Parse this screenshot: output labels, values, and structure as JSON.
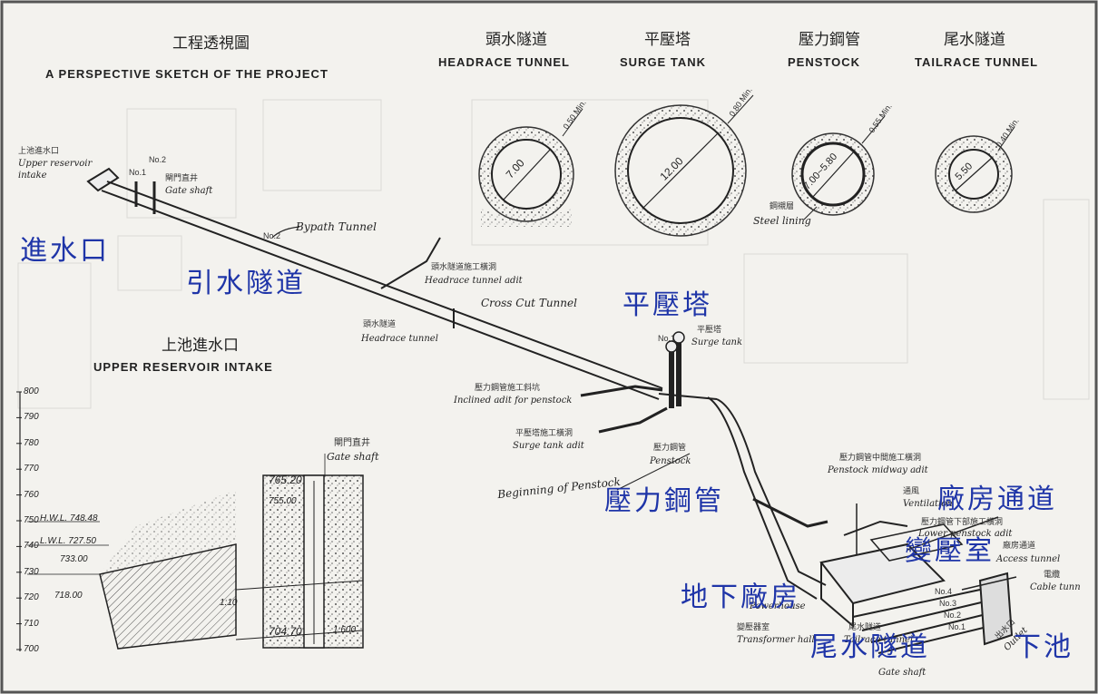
{
  "titles": {
    "project_zh": "工程透視圖",
    "project_en": "A PERSPECTIVE SKETCH OF THE PROJECT",
    "headrace_zh": "頭水隧道",
    "headrace_en": "HEADRACE TUNNEL",
    "surge_zh": "平壓塔",
    "surge_en": "SURGE TANK",
    "penstock_zh": "壓力鋼管",
    "penstock_en": "PENSTOCK",
    "tailrace_zh": "尾水隧道",
    "tailrace_en": "TAILRACE TUNNEL",
    "intake_zh": "上池進水口",
    "intake_en": "UPPER RESERVOIR INTAKE"
  },
  "sections": {
    "headrace": {
      "diameter": "7.00",
      "min": "0.50 Min."
    },
    "surge": {
      "diameter": "12.00",
      "min": "0.80 Min."
    },
    "penstock": {
      "diameter": "7.00~5.80",
      "min": "0.55 Min.",
      "lining_zh": "鋼襯層",
      "lining_en": "Steel lining"
    },
    "tailrace": {
      "diameter": "5.50",
      "min": "0.40 Min."
    }
  },
  "overlay_labels": {
    "intake": "進水口",
    "headrace_tunnel": "引水隧道",
    "surge_tank": "平壓塔",
    "penstock": "壓力鋼管",
    "access_tunnel": "廠房通道",
    "transformer": "變壓室",
    "powerhouse": "地下廠房",
    "tailrace": "尾水隧道",
    "lower_pond": "下池"
  },
  "sketch_labels": {
    "upper_intake_zh": "上池進水口",
    "upper_intake_en1": "Upper reservoir",
    "upper_intake_en2": "intake",
    "no1": "No.1",
    "no2": "No.2",
    "gate_shaft_zh": "閘門直井",
    "gate_shaft_en": "Gate shaft",
    "bypath_no": "No.2",
    "bypath": "Bypath Tunnel",
    "adit_zh": "頭水隧道施工橫洞",
    "adit_en": "Headrace tunnel adit",
    "crosscut": "Cross Cut Tunnel",
    "headrace_zh": "頭水隧道",
    "headrace_en": "Headrace tunnel",
    "surge_zh": "平壓塔",
    "surge_en": "Surge tank",
    "surge_no": "No.1",
    "inclined_zh": "壓力鋼管施工斜坑",
    "inclined_en": "Inclined adit for penstock",
    "surge_adit_zh": "平壓塔施工橫洞",
    "surge_adit_en": "Surge tank adit",
    "penstock_zh": "壓力鋼管",
    "penstock_en": "Penstock",
    "beginning": "Beginning of Penstock",
    "midway_zh": "壓力鋼管中間施工橫洞",
    "midway_en": "Penstock midway adit",
    "vent_zh": "通風",
    "vent_en": "Ventilation",
    "lower_adit_zh": "壓力鋼管下部施工橫洞",
    "lower_adit_en": "Lower penstock adit",
    "access_zh": "廠房通道",
    "access_en": "Access tunnel",
    "cable_zh": "電纜",
    "cable_en": "Cable tunn",
    "power_en": "Powerhouse",
    "transformer_zh": "變壓器室",
    "transformer_en": "Transformer hall",
    "tail_zh": "尾水隧道",
    "tail_en": "Tailrace tunnel",
    "gate_shaft2": "Gate shaft",
    "outlet_zh": "出水口",
    "outlet_en": "Outlet",
    "units": [
      "No.4",
      "No.3",
      "No.2",
      "No.1"
    ]
  },
  "intake_section": {
    "elevations": [
      "800",
      "790",
      "780",
      "770",
      "760",
      "750",
      "740",
      "730",
      "720",
      "710",
      "700"
    ],
    "hwl": "H.W.L. 748.48",
    "lwl": "L.W.L. 727.50",
    "e733": "733.00",
    "e718": "718.00",
    "e765": "765.20",
    "e755": "755.00",
    "e704": "704.70",
    "slope1": "1:10",
    "slope2": "1:600",
    "gate_zh": "閘門直井",
    "gate_en": "Gate shaft"
  },
  "colors": {
    "overlay": "#1f35a8",
    "ink": "#222222",
    "paper": "#f3f2ee",
    "border": "#555555"
  }
}
